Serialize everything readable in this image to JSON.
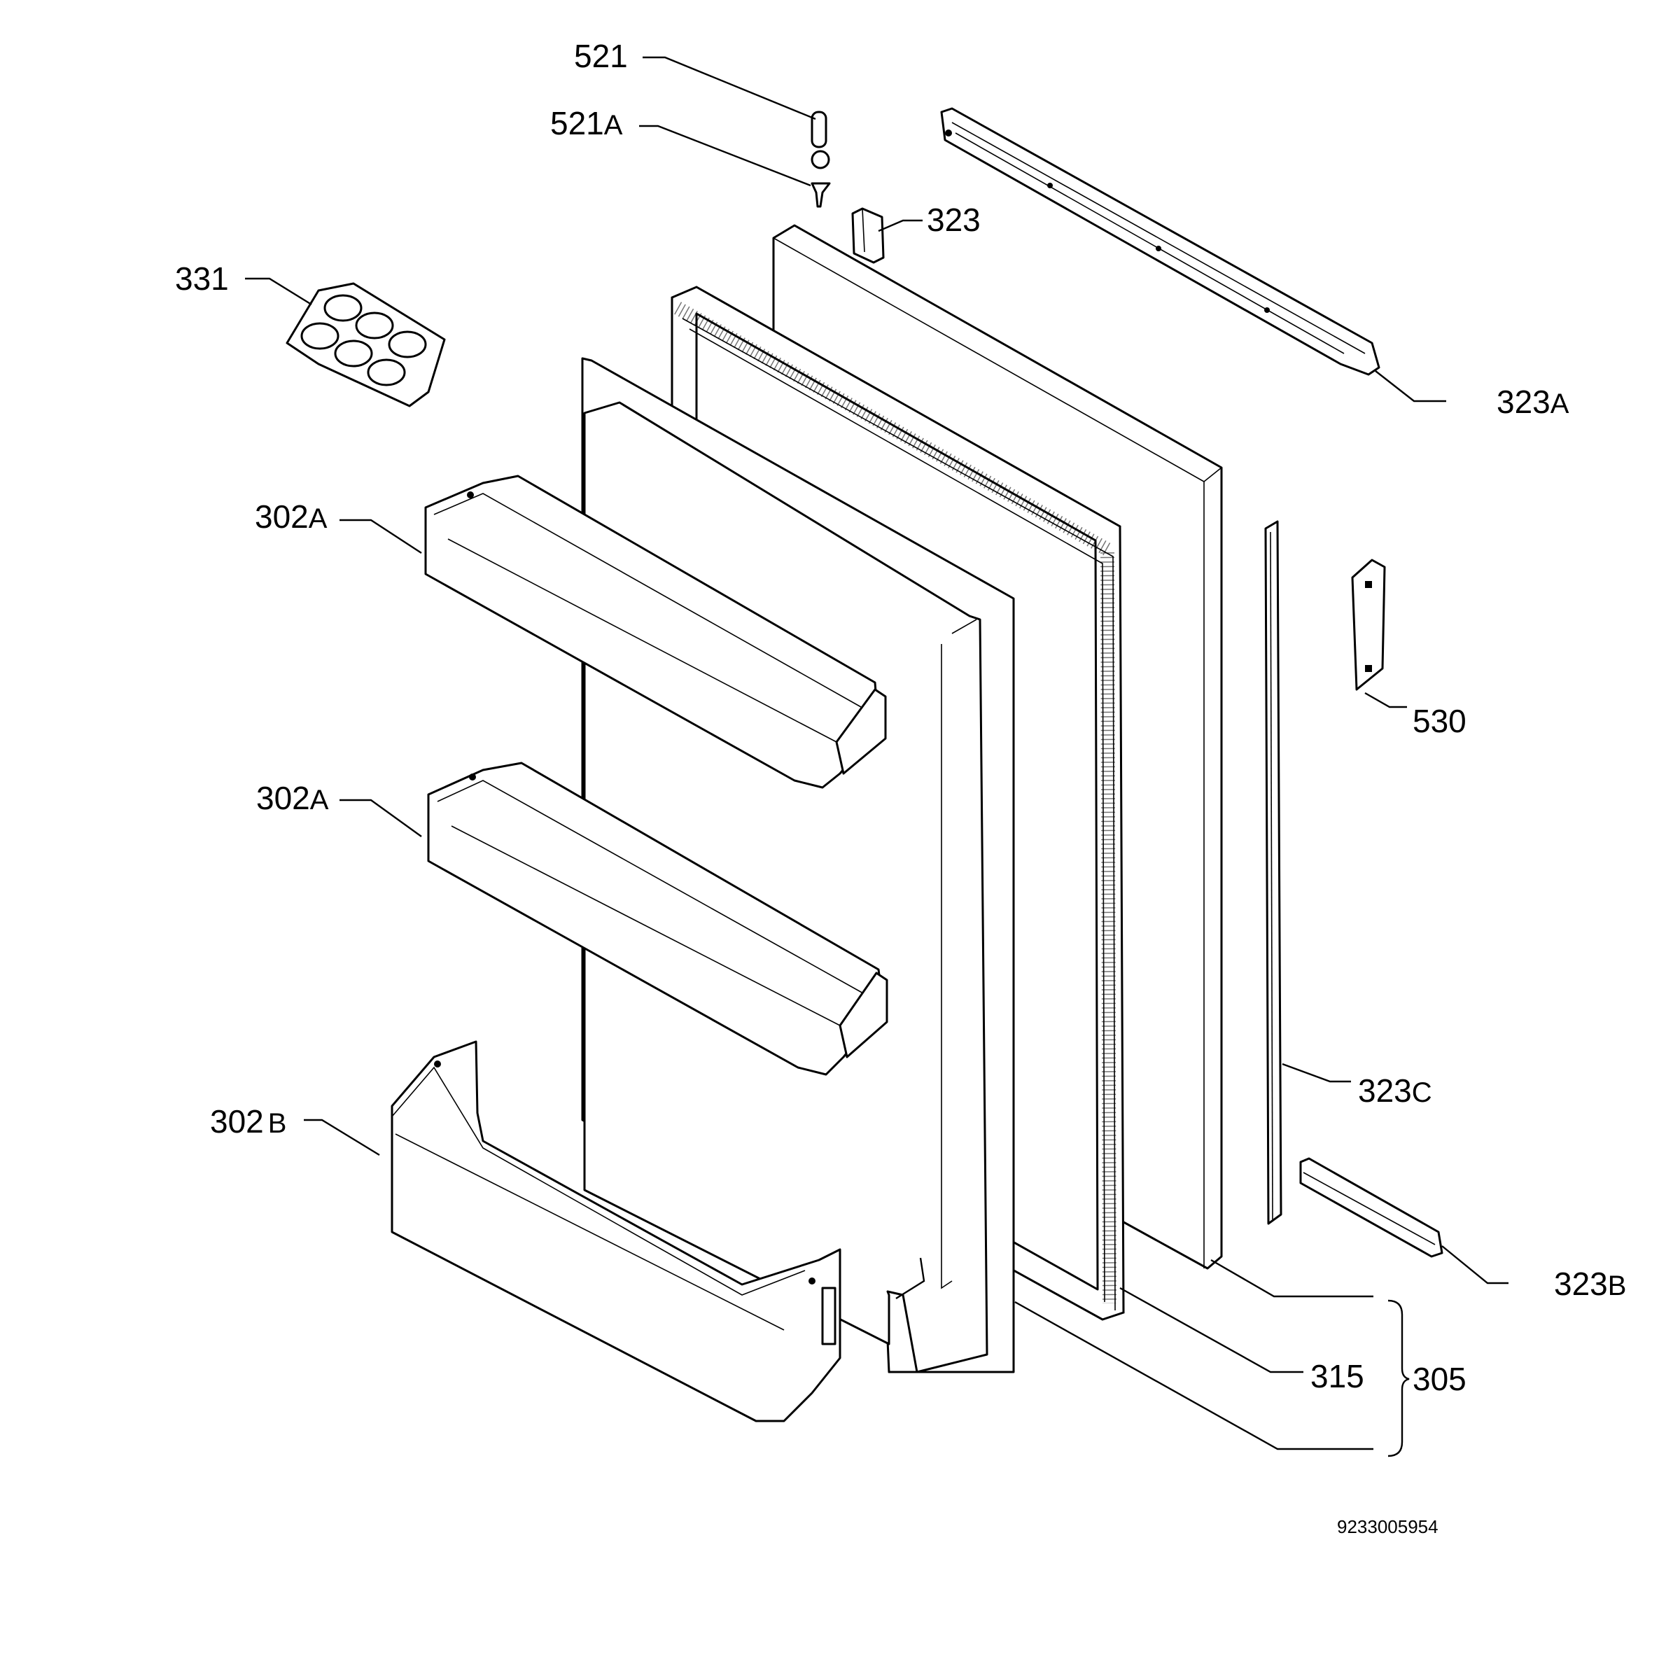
{
  "diagram": {
    "drawing_number": "9233005954",
    "labels": [
      {
        "id": "521",
        "num": "521",
        "suffix": ""
      },
      {
        "id": "521a",
        "num": "521",
        "suffix": "A"
      },
      {
        "id": "323",
        "num": "323",
        "suffix": ""
      },
      {
        "id": "331",
        "num": "331",
        "suffix": ""
      },
      {
        "id": "323a",
        "num": "323",
        "suffix": "A"
      },
      {
        "id": "302a-upper",
        "num": "302",
        "suffix": "A"
      },
      {
        "id": "530",
        "num": "530",
        "suffix": ""
      },
      {
        "id": "302a-lower",
        "num": "302",
        "suffix": "A"
      },
      {
        "id": "323c",
        "num": "323",
        "suffix": "C"
      },
      {
        "id": "302b",
        "num": "302",
        "suffix": "B"
      },
      {
        "id": "323b",
        "num": "323",
        "suffix": "B"
      },
      {
        "id": "315",
        "num": "315",
        "suffix": ""
      },
      {
        "id": "305",
        "num": "305",
        "suffix": ""
      }
    ]
  }
}
